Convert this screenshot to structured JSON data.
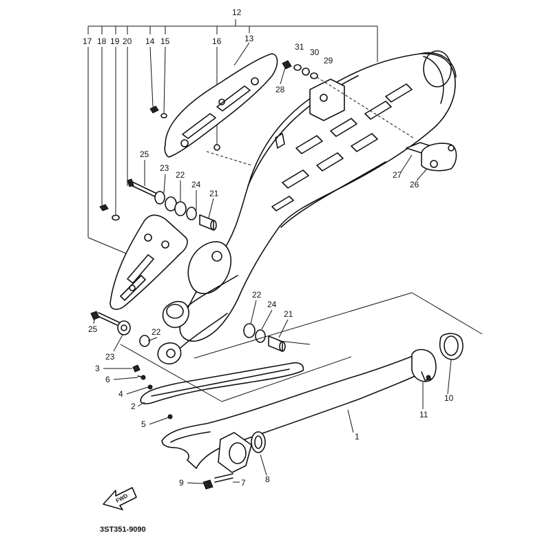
{
  "diagram": {
    "code": "3ST351-9090",
    "fwd_label": "FWD",
    "callouts": {
      "c1": "1",
      "c2": "2",
      "c3": "3",
      "c4": "4",
      "c5": "5",
      "c6": "6",
      "c7": "7",
      "c8": "8",
      "c9": "9",
      "c10": "10",
      "c11": "11",
      "c12": "12",
      "c13": "13",
      "c14": "14",
      "c15": "15",
      "c16": "16",
      "c17": "17",
      "c18": "18",
      "c19": "19",
      "c20": "20",
      "c21a": "21",
      "c21b": "21",
      "c22a": "22",
      "c22b": "22",
      "c22c": "22",
      "c23a": "23",
      "c23b": "23",
      "c24a": "24",
      "c24b": "24",
      "c25a": "25",
      "c25b": "25",
      "c26": "26",
      "c27": "27",
      "c28": "28",
      "c29": "29",
      "c30": "30",
      "c31": "31"
    }
  }
}
